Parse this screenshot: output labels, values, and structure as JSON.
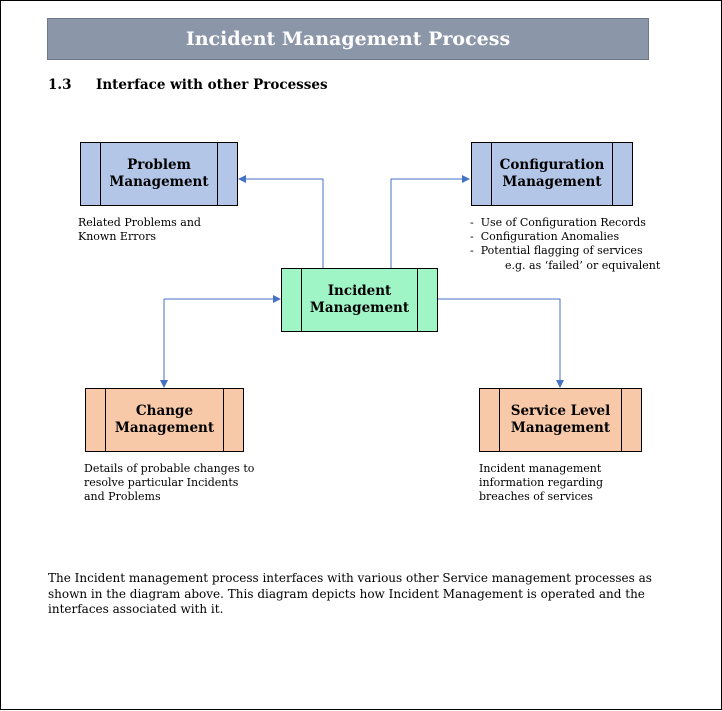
{
  "header": {
    "title": "Incident Management Process"
  },
  "section": {
    "number": "1.3",
    "title": "Interface with other Processes"
  },
  "diagram": {
    "center": {
      "label": "Incident\nManagement"
    },
    "problem": {
      "label": "Problem\nManagement",
      "note": "Related Problems and\nKnown Errors"
    },
    "config": {
      "label": "Configuration\nManagement",
      "bullets": [
        "-  Use of Configuration Records",
        "-  Configuration Anomalies",
        "-  Potential flagging of services",
        "          e.g. as ‘failed’ or equivalent"
      ]
    },
    "change": {
      "label": "Change\nManagement",
      "note": "Details of probable changes to\nresolve particular Incidents\nand Problems"
    },
    "slm": {
      "label": "Service Level\nManagement",
      "note": "Incident management\ninformation regarding\nbreaches of services"
    }
  },
  "footer": {
    "paragraph": "The Incident management process interfaces with various other Service management processes as shown in the diagram above. This diagram depicts how Incident Management is operated and the interfaces associated with it."
  },
  "colors": {
    "banner": "#8b96a8",
    "blue_box": "#b4c6e7",
    "green_box": "#9ff5c6",
    "orange_box": "#f7c9a8",
    "arrow": "#4472c4"
  }
}
